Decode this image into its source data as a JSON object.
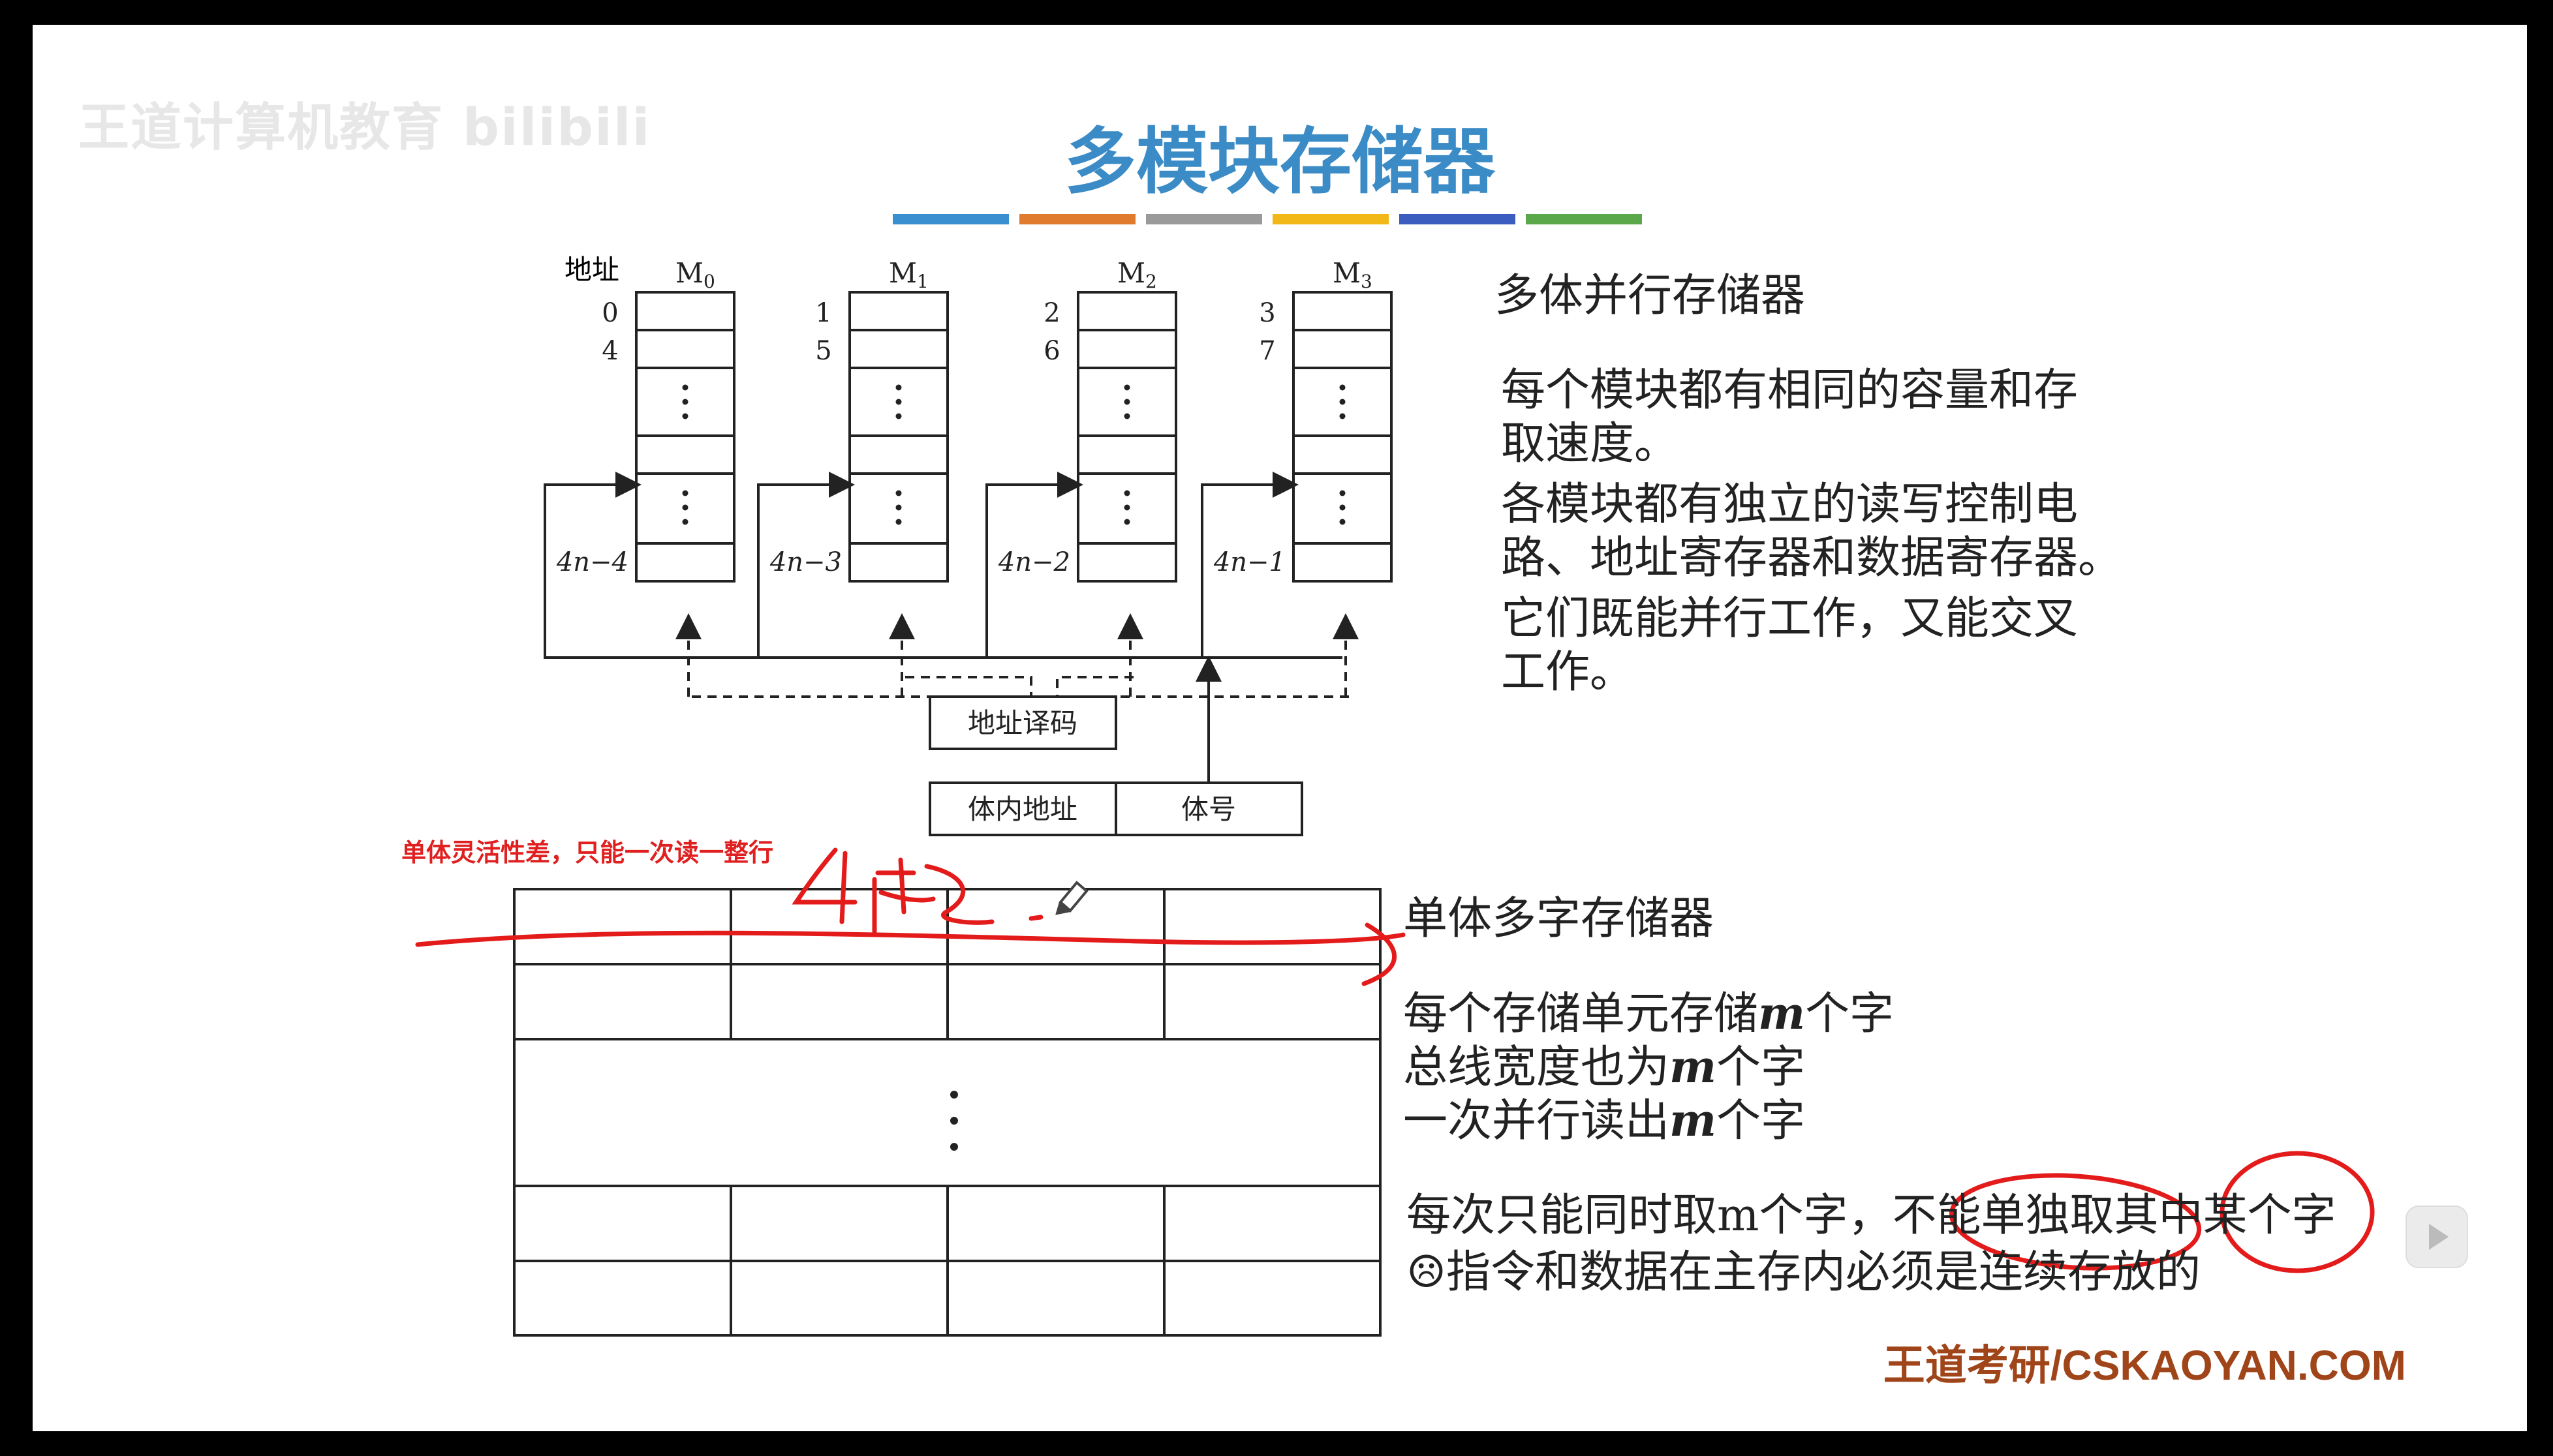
{
  "watermark": "王道计算机教育 bilibili",
  "title": "多模块存储器",
  "divider_colors": [
    "#3a8fd0",
    "#e07a2c",
    "#9a9a9a",
    "#f2b818",
    "#3a5dbf",
    "#5aa84a"
  ],
  "diagram": {
    "address_label": "地址",
    "modules": [
      {
        "name": "M",
        "sub": "0",
        "top_addrs": [
          "0",
          "4"
        ],
        "bottom_addr": "4n−4"
      },
      {
        "name": "M",
        "sub": "1",
        "top_addrs": [
          "1",
          "5"
        ],
        "bottom_addr": "4n−3"
      },
      {
        "name": "M",
        "sub": "2",
        "top_addrs": [
          "2",
          "6"
        ],
        "bottom_addr": "4n−2"
      },
      {
        "name": "M",
        "sub": "3",
        "top_addrs": [
          "3",
          "7"
        ],
        "bottom_addr": "4n−1"
      }
    ],
    "decoder_label": "地址译码",
    "addr_fields": [
      "体内地址",
      "体号"
    ]
  },
  "multi_bank": {
    "heading": "多体并行存储器",
    "para1": [
      "每个模块都有相同的容量和存",
      "取速度。"
    ],
    "para2": [
      "各模块都有独立的读写控制电",
      "路、地址寄存器和数据寄存器。"
    ],
    "para3": [
      "它们既能并行工作，又能交叉",
      "工作。"
    ]
  },
  "single_bank": {
    "heading": "单体多字存储器",
    "lines": [
      {
        "pre": "每个存储单元存储",
        "var": "m",
        "post": "个字"
      },
      {
        "pre": "总线宽度也为",
        "var": "m",
        "post": "个字"
      },
      {
        "pre": "一次并行读出",
        "var": "m",
        "post": "个字"
      }
    ],
    "note1": "每次只能同时取m个字，不能单独取其中某个字",
    "note2": "☹指令和数据在主存内必须是连续存放的"
  },
  "annotation": {
    "red_note": "单体灵活性差，只能一次读一整行",
    "handwriting": "4倍"
  },
  "footer": "王道考研/CSKAOYAN.COM"
}
